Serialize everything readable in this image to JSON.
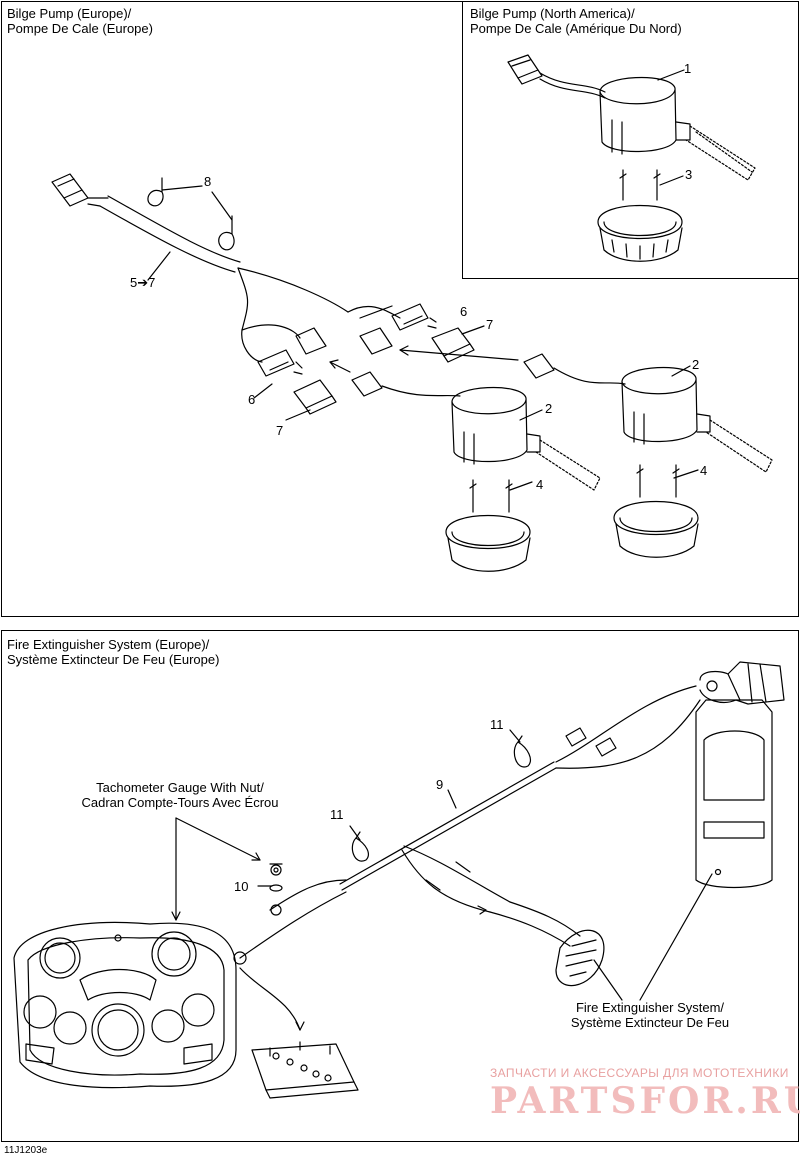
{
  "panels": {
    "bilge_europe": {
      "title_line1": "Bilge Pump (Europe)/",
      "title_line2": "Pompe De Cale (Europe)"
    },
    "bilge_na": {
      "title_line1": "Bilge Pump (North America)/",
      "title_line2": "Pompe De Cale (Amérique Du Nord)"
    },
    "fire": {
      "title_line1": "Fire Extinguisher System (Europe)/",
      "title_line2": "Système Extincteur De Feu (Europe)"
    }
  },
  "labels": {
    "tachometer_line1": "Tachometer Gauge With Nut/",
    "tachometer_line2": "Cadran Compte-Tours Avec Écrou",
    "extinguisher_line1": "Fire Extinguisher System/",
    "extinguisher_line2": "Système Extincteur De Feu"
  },
  "callouts": {
    "c1": "1",
    "c2a": "2",
    "c2b": "2",
    "c3": "3",
    "c4a": "4",
    "c4b": "4",
    "c57": "5➔7",
    "c6a": "6",
    "c6b": "6",
    "c7a": "7",
    "c7b": "7",
    "c8": "8",
    "c9": "9",
    "c10": "10",
    "c11a": "11",
    "c11b": "11"
  },
  "watermark": {
    "line1": "ЗАПЧАСТИ И АКСЕССУАРЫ ДЛЯ МОТОТЕХНИКИ",
    "line2": "PARTSFOR.RU"
  },
  "figure_code": "11J1203e",
  "colors": {
    "line": "#000000",
    "watermark": "#f2bcbc"
  }
}
